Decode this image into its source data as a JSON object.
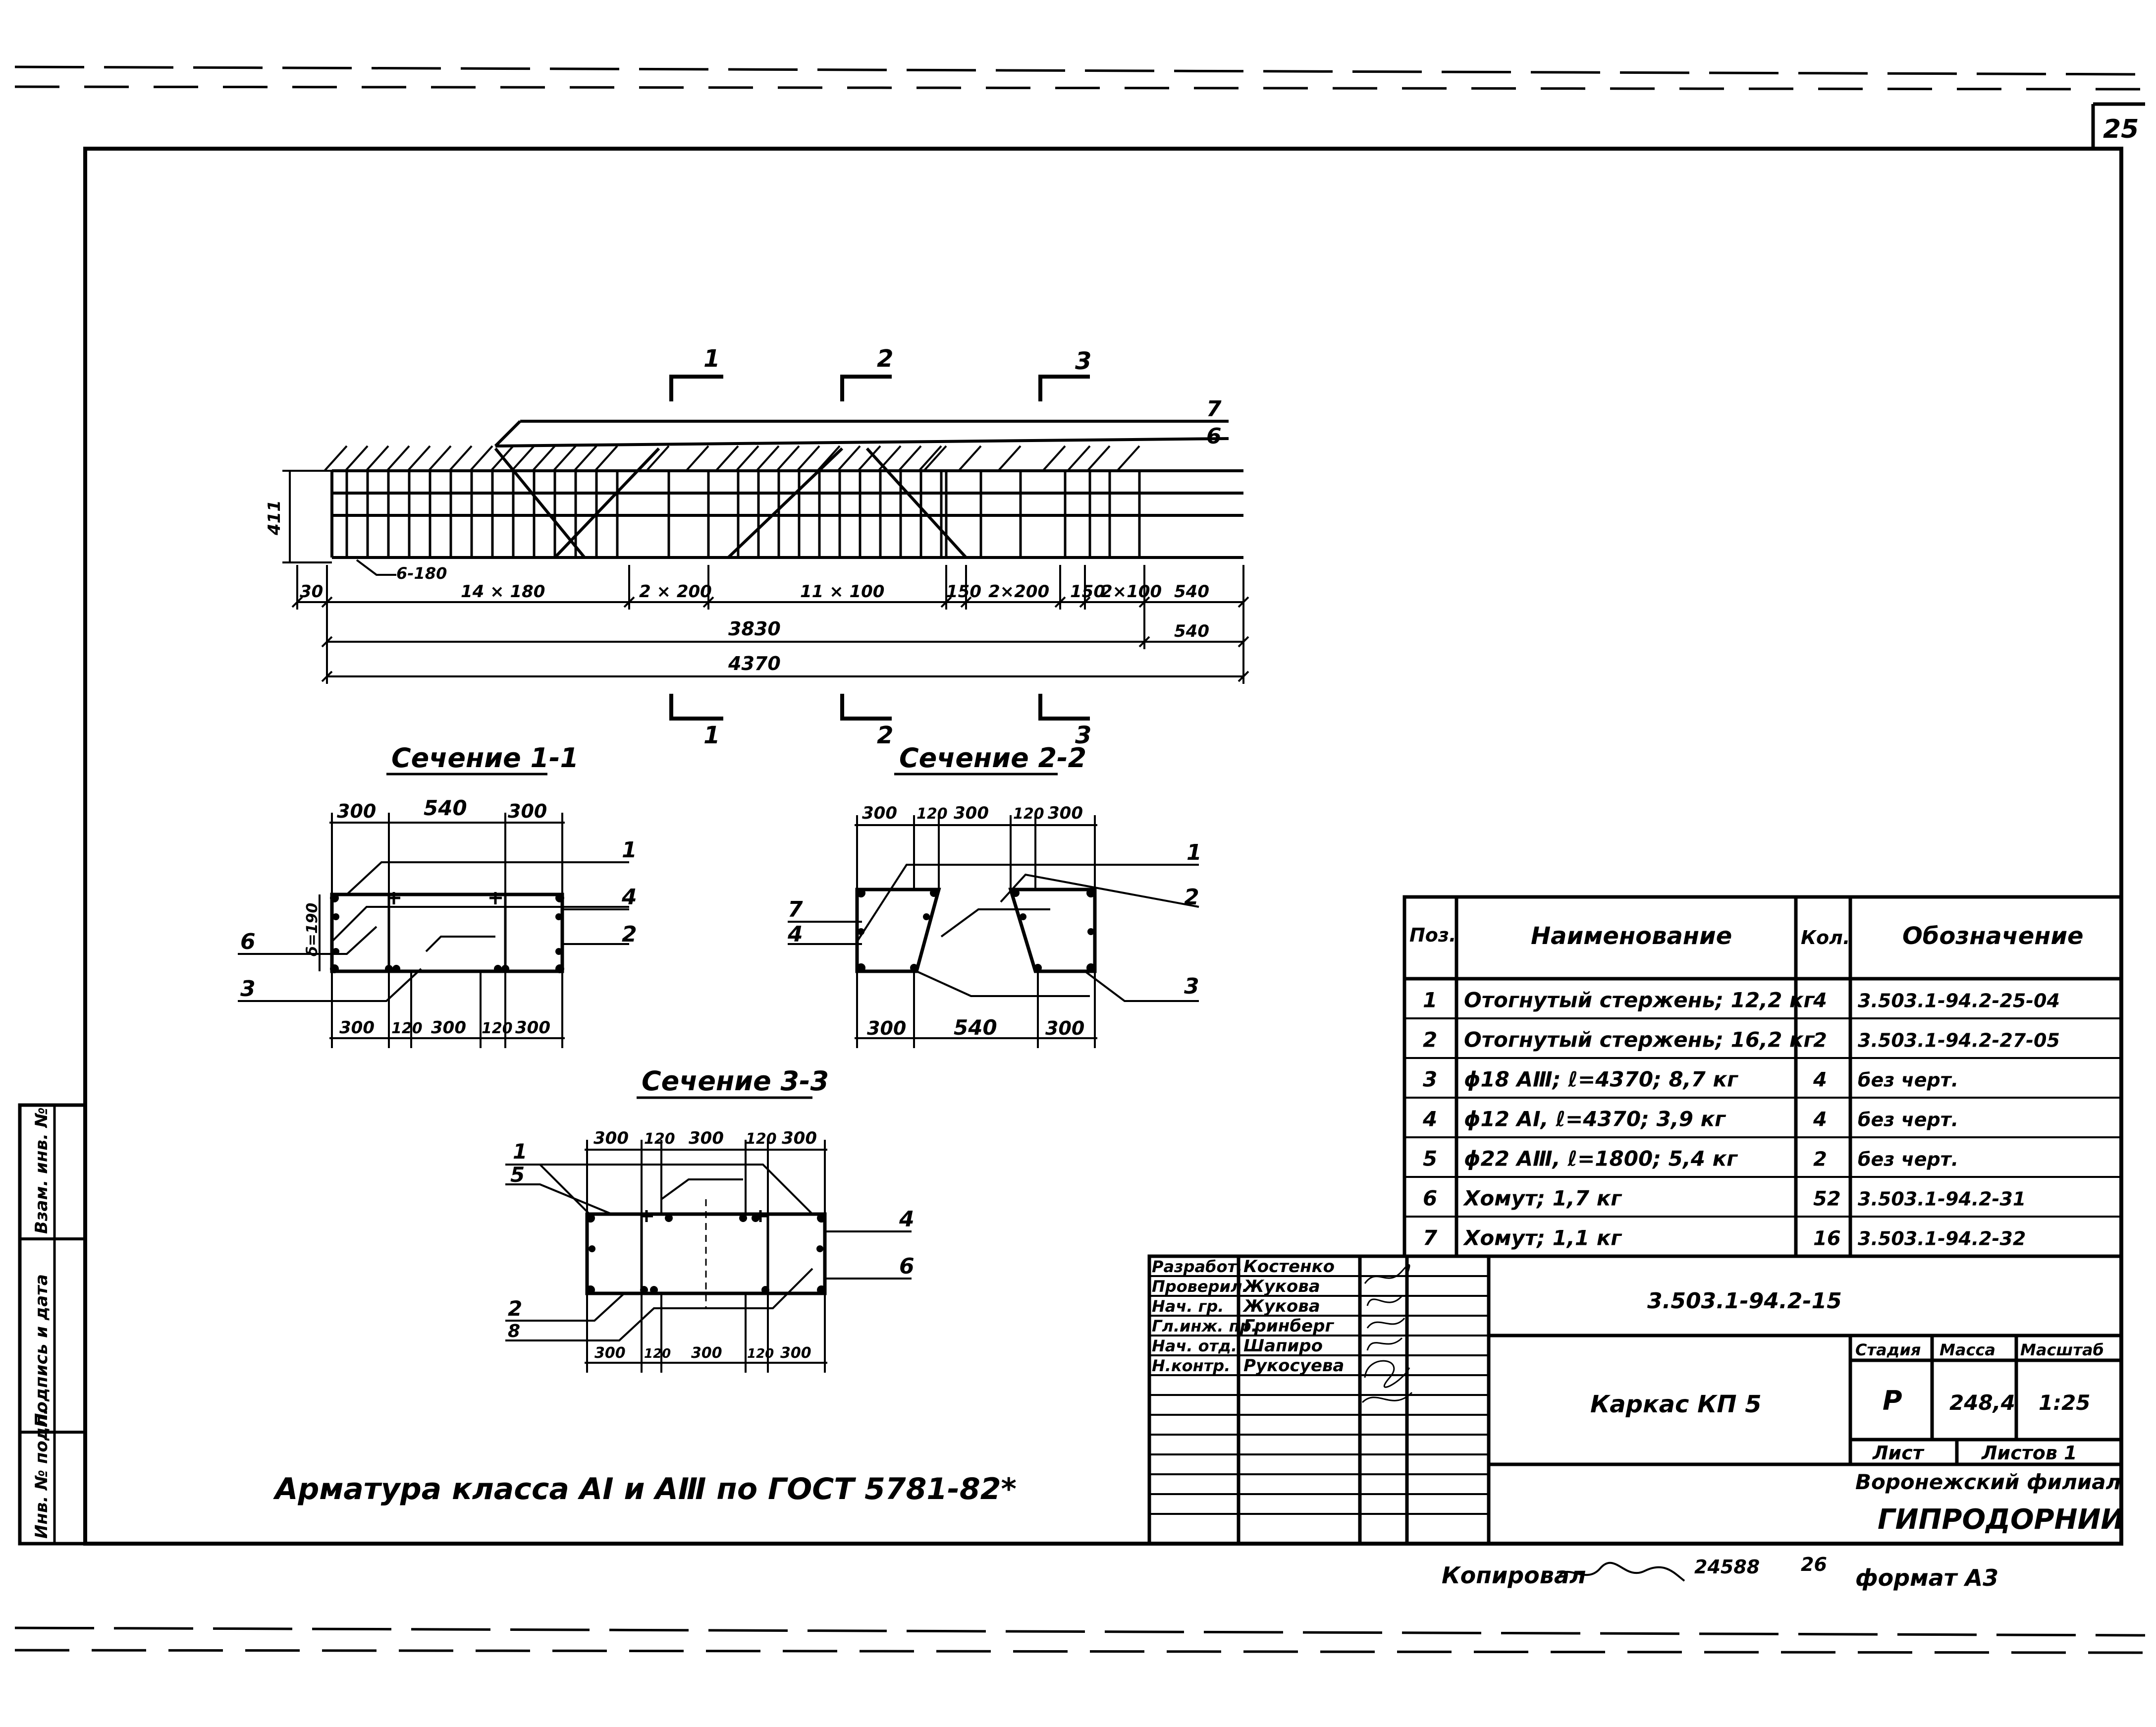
{
  "sheet": {
    "number": "25"
  },
  "elevation": {
    "cuts": [
      {
        "label": "1"
      },
      {
        "label": "2"
      },
      {
        "label": "3"
      }
    ],
    "bar_labels": {
      "top7": "7",
      "top6": "6"
    },
    "height_dim": "411",
    "stirrup_note": "6-180",
    "dims_row1": [
      "30",
      "14 × 180",
      "2 × 200",
      "11 × 100",
      "150",
      "2×200",
      "150",
      "2×100",
      "540"
    ],
    "dim_3830": "3830",
    "dim_540": "540",
    "dim_4370": "4370"
  },
  "section_1": {
    "title": "Сечение 1-1",
    "top_dims": [
      "300",
      "540",
      "300"
    ],
    "bottom_dims": [
      "300",
      "120",
      "300",
      "120",
      "300"
    ],
    "height": "δ=190",
    "labels": {
      "l1": "1",
      "l4": "4",
      "l2": "2",
      "l6": "6",
      "l3": "3"
    }
  },
  "section_2": {
    "title": "Сечение 2-2",
    "top_dims": [
      "300",
      "120",
      "300",
      "120",
      "300"
    ],
    "bottom_dims": [
      "300",
      "540",
      "300"
    ],
    "labels": {
      "l1": "1",
      "l2": "2",
      "l7": "7",
      "l4": "4",
      "l3": "3"
    }
  },
  "section_3": {
    "title": "Сечение 3-3",
    "top_dims": [
      "300",
      "120",
      "300",
      "120",
      "300"
    ],
    "bottom_dims": [
      "300",
      "120",
      "300",
      "120",
      "300"
    ],
    "labels": {
      "l1": "1",
      "l5": "5",
      "l4": "4",
      "l6": "6",
      "l2": "2",
      "l8": "8"
    }
  },
  "note": "Арматура класса AI и AⅢ по ГОСТ 5781-82*",
  "spec": {
    "headers": [
      "Поз.",
      "Наименование",
      "Кол.",
      "Обозначение"
    ],
    "rows": [
      [
        "1",
        "Отогнутый стержень; 12,2 кг",
        "4",
        "3.503.1-94.2-25-04"
      ],
      [
        "2",
        "Отогнутый стержень; 16,2 кг",
        "2",
        "3.503.1-94.2-27-05"
      ],
      [
        "3",
        "ϕ18 AⅢ; ℓ=4370; 8,7 кг",
        "4",
        "без черт."
      ],
      [
        "4",
        "ϕ12 AI, ℓ=4370; 3,9 кг",
        "4",
        "без черт."
      ],
      [
        "5",
        "ϕ22 AⅢ, ℓ=1800; 5,4 кг",
        "2",
        "без черт."
      ],
      [
        "6",
        "Хомут; 1,7 кг",
        "52",
        "3.503.1-94.2-31"
      ],
      [
        "7",
        "Хомут; 1,1 кг",
        "16",
        "3.503.1-94.2-32"
      ]
    ]
  },
  "title_block": {
    "roles": [
      {
        "role": "Разработ.",
        "name": "Костенко"
      },
      {
        "role": "Проверил.",
        "name": "Жукова"
      },
      {
        "role": "Нач. гр.",
        "name": "Жукова"
      },
      {
        "role": "Гл.инж. пр.",
        "name": "Гринберг"
      },
      {
        "role": "Нач. отд.",
        "name": "Шапиро"
      },
      {
        "role": "Н.контр.",
        "name": "Рукосуева"
      }
    ],
    "designation": "3.503.1-94.2-15",
    "item_name": "Каркас КП 5",
    "stage_header": "Стадия",
    "mass_header": "Масса",
    "scale_header": "Масштаб",
    "stage": "Р",
    "mass": "248,4",
    "scale": "1:25",
    "sheet_label": "Лист",
    "sheets_label": "Листов 1",
    "org_line1": "Воронежский филиал",
    "org_line2": "ГИПРОДОРНИИ"
  },
  "side_stamp": [
    "Инв. № подл.",
    "Подпись и дата",
    "Взам. инв. №"
  ],
  "bottom": {
    "copied": "Копировал",
    "num1": "24588",
    "num2": "26",
    "format": "формат А3"
  }
}
